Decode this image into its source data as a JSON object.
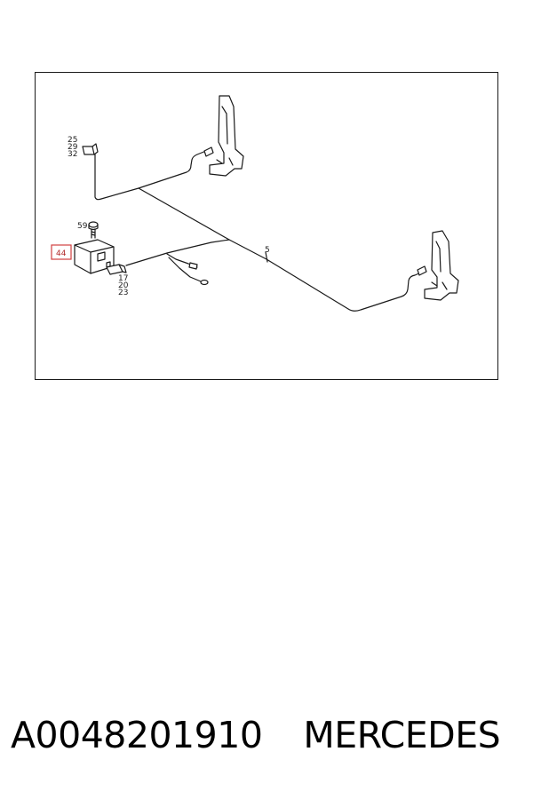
{
  "diagram": {
    "callouts": {
      "group_top": [
        "25",
        "29",
        "32"
      ],
      "bolt": "59",
      "highlighted": "44",
      "harness": "5",
      "group_bottom": [
        "17",
        "20",
        "23"
      ]
    },
    "highlight_color": "#d04040"
  },
  "caption": {
    "part_number": "A0048201910",
    "brand": "MERCEDES"
  }
}
